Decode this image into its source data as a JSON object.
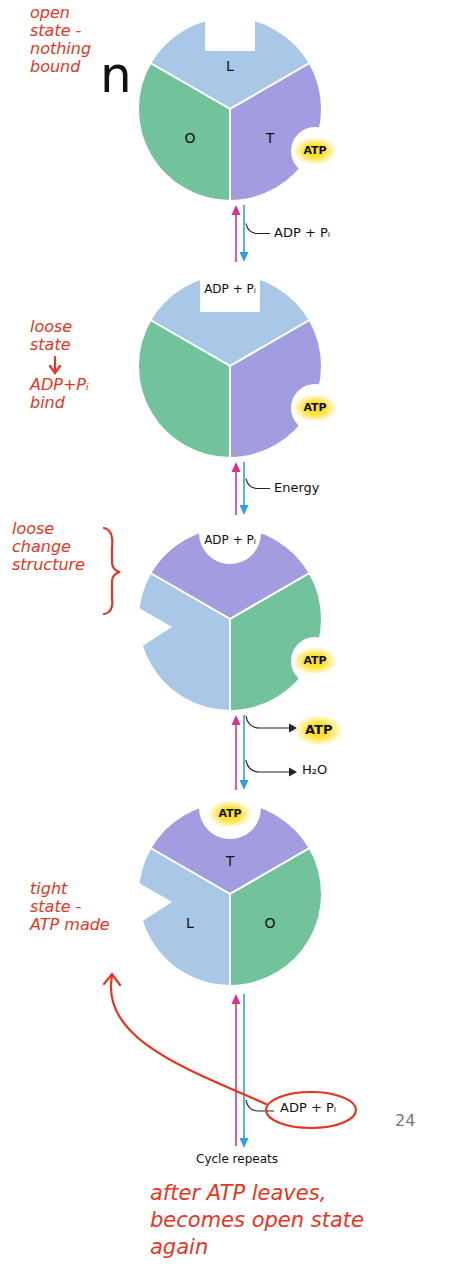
{
  "diagram": {
    "nodes": [
      {
        "text": [
          "L",
          "O",
          "T",
          "ATP"
        ]
      },
      {
        "text": [
          "ADP + Pᵢ",
          "ATP"
        ]
      },
      {
        "text": [
          "ADP + Pᵢ",
          "ATP"
        ]
      },
      {
        "text": [
          "ATP",
          "T",
          "L",
          "O"
        ]
      }
    ],
    "edges": [
      {
        "from": 0,
        "to": 1,
        "arrow": "both",
        "label": "ADP + Pᵢ"
      },
      {
        "from": 1,
        "to": 2,
        "arrow": "both",
        "label": "Energy"
      },
      {
        "from": 2,
        "to": 3,
        "arrow": "both"
      }
    ],
    "labels": [
      "n",
      "open state - nothing bound",
      "loose state",
      "ADP+Pᵢ bind",
      "loose change structure",
      "tight state - ATP made",
      "ATP",
      "H₂O",
      "ADP + Pᵢ",
      "Cycle repeats",
      "24",
      "after ATP leaves, becomes open state again"
    ]
  }
}
